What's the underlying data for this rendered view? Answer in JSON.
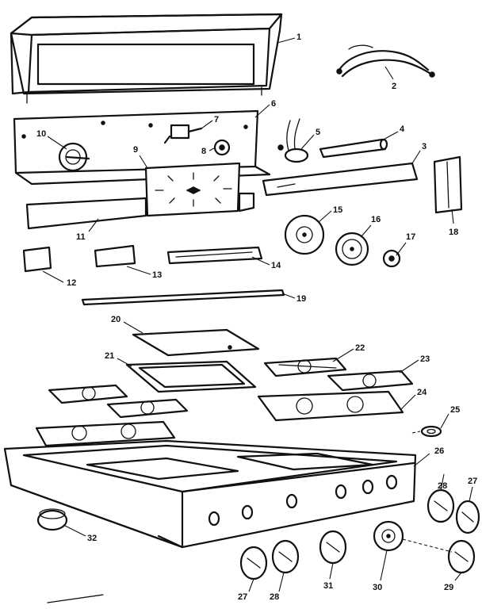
{
  "callouts": {
    "c1": "1",
    "c2": "2",
    "c3": "3",
    "c4": "4",
    "c5": "5",
    "c6": "6",
    "c7": "7",
    "c8": "8",
    "c9": "9",
    "c10": "10",
    "c11": "11",
    "c12": "12",
    "c13": "13",
    "c14": "14",
    "c15": "15",
    "c16": "16",
    "c17": "17",
    "c18": "18",
    "c19": "19",
    "c20": "20",
    "c21": "21",
    "c22": "22",
    "c23": "23",
    "c24": "24",
    "c25": "25",
    "c26": "26",
    "c27a": "27",
    "c27b": "27",
    "c28a": "28",
    "c28b": "28",
    "c29": "29",
    "c30": "30",
    "c31": "31",
    "c32": "32"
  }
}
